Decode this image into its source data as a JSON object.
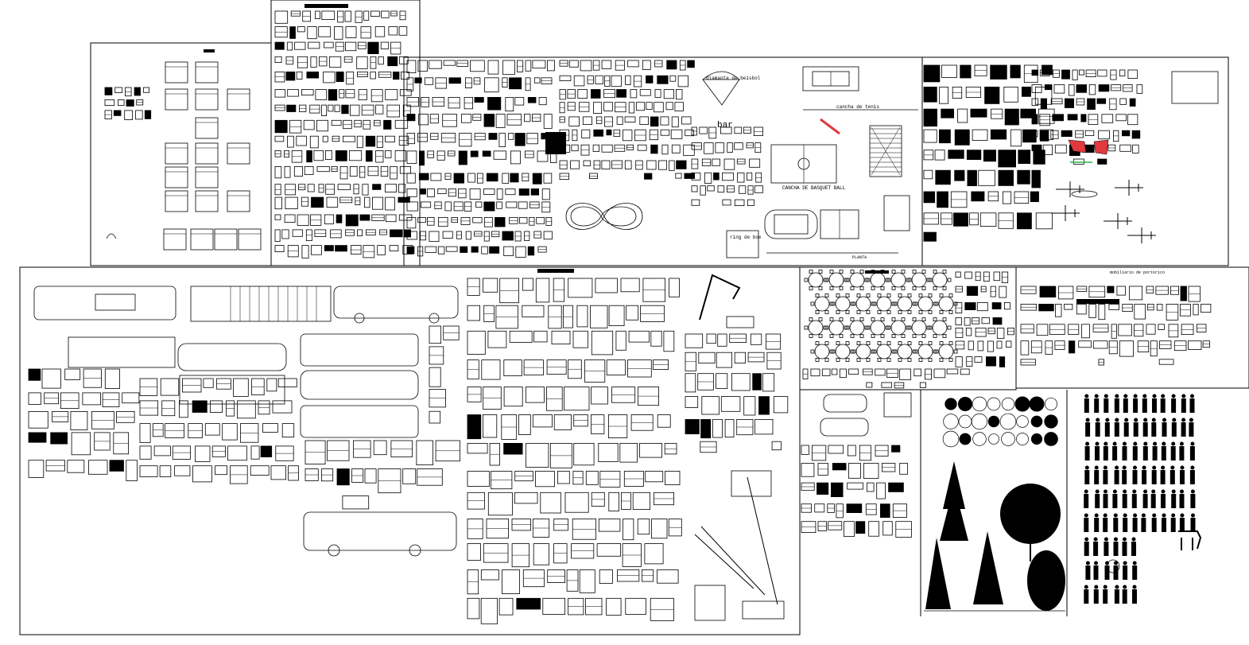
{
  "colors": {
    "background": "#ffffff",
    "linework": "#000000",
    "accent_red": "#e0393e",
    "accent_green": "#2db34a"
  },
  "sheets": [
    {
      "id": "bedroom-furniture",
      "heading": ""
    },
    {
      "id": "office-furniture",
      "heading": ""
    },
    {
      "id": "urban-sports-symbols",
      "heading": "",
      "labels": {
        "baseball": "diamante de beisbol",
        "tennis": "cancha de tenis",
        "basketball": "CANCHA DE BASQUET BALL",
        "boxing": "ring de box",
        "planta": "PLANTA",
        "bar": "bar"
      }
    },
    {
      "id": "doors-windows-aircraft",
      "heading": ""
    },
    {
      "id": "vehicles",
      "heading": ""
    },
    {
      "id": "dining-sets",
      "heading": ""
    },
    {
      "id": "kitchen-fixtures",
      "heading": "",
      "labels": {
        "title": "mobiliario de portorico"
      }
    },
    {
      "id": "bathroom-fixtures",
      "heading": ""
    },
    {
      "id": "trees-plants",
      "heading": ""
    },
    {
      "id": "people-animals",
      "heading": ""
    }
  ],
  "icons": [
    "bed-icon",
    "sofa-icon",
    "chair-icon",
    "table-icon",
    "car-icon",
    "bus-icon",
    "truck-icon",
    "excavator-icon",
    "crane-icon",
    "tree-icon",
    "person-icon",
    "horse-icon",
    "airplane-icon",
    "helicopter-icon",
    "door-icon",
    "window-icon",
    "staircase-icon",
    "basketball-court-icon",
    "soccer-field-icon",
    "tennis-court-icon"
  ]
}
